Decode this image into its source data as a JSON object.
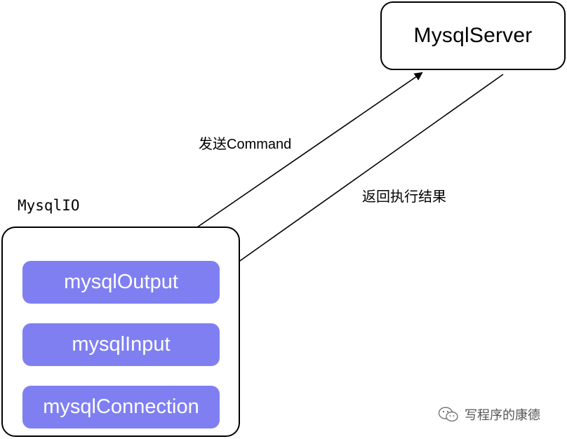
{
  "server": {
    "label": "MysqlServer"
  },
  "mysql_io": {
    "title": "MysqlIO",
    "items": [
      {
        "label": "mysqlOutput"
      },
      {
        "label": "mysqlInput"
      },
      {
        "label": "mysqlConnection"
      }
    ]
  },
  "edges": {
    "send_label": "发送Command",
    "return_label": "返回执行结果"
  },
  "watermark": {
    "icon": "wechat-icon",
    "text": "写程序的康德"
  },
  "colors": {
    "pill_fill": "#7f7ff2",
    "pill_text": "#ffffff",
    "stroke": "#000000"
  }
}
